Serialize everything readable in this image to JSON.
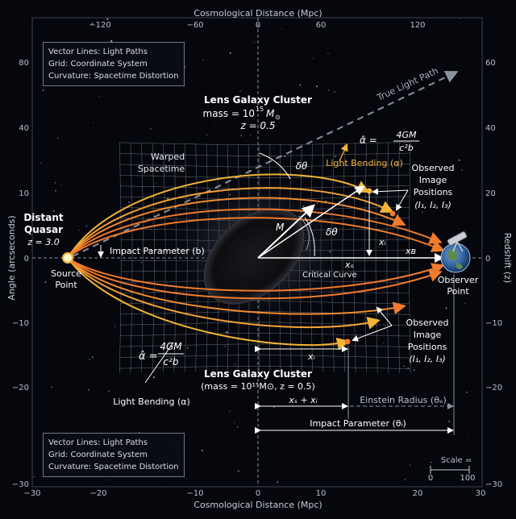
{
  "colors": {
    "background": "#05070d",
    "grid": "#9aa3b5",
    "light_path": "#f3b437",
    "light_path_orange": "#f07a2d",
    "galaxy": "#0f0f12",
    "text": "#ffffff"
  },
  "axes": {
    "bottom_title": "Cosmological Distance (Mpc)",
    "top_title": "Cosmological Distance (Mpc)",
    "left_title": "Angle (arcseconds)",
    "right_title": "Redshift (z)",
    "bottom_ticks": [
      "−30",
      "−20",
      "−10",
      "0",
      "10",
      "20",
      "30"
    ],
    "top_ticks": [
      "−120",
      "−60",
      "0",
      "60",
      "120"
    ],
    "left_ticks": [
      "80",
      "40",
      "10",
      "0",
      "−10",
      "−20",
      "−30"
    ],
    "right_ticks": [
      "60",
      "40",
      "20",
      "0",
      "−10",
      "−20",
      "−30"
    ]
  },
  "legend_top": [
    "Vector Lines: Light Paths",
    "Grid: Coordinate System",
    "Curvature: Spacetime Distortion"
  ],
  "legend_bottom": [
    "Vector Lines: Light Paths",
    "Grid: Coordinate System",
    "Curvature: Spacetime Distortion"
  ],
  "labels": {
    "true_light_path": "True Light Path",
    "lens_title": "Lens Galaxy Cluster",
    "lens_mass_prefix": "mass = 10",
    "lens_mass_exp": "15",
    "lens_mass_unit": "M",
    "lens_mass_sub": "⊙",
    "lens_z": "z = 0.5",
    "alpha_hat": "α̂ =",
    "formula_num": "4GM",
    "formula_den": "c²b",
    "warped_1": "Warped",
    "warped_2": "Spacetime",
    "delta_theta": "δθ",
    "light_bending_top": "Light Bending (α)",
    "observed_1": "Observed",
    "observed_2": "Image",
    "observed_3": "Positions",
    "observed_4": "(I₁, I₂, I₃)",
    "distant": "Distant",
    "quasar": "Quasar",
    "quasar_z": "z = 3.0",
    "impact_param": "Impact Parameter (b)",
    "source_1": "Source",
    "source_2": "Point",
    "m_label": "M",
    "x_s": "xₛ",
    "x_i": "xᵢ",
    "x_b": "xʙ",
    "critical_curve": "Critical Curve",
    "observer_1": "Observer",
    "observer_2": "Point",
    "lens_title_2": "Lens Galaxy Cluster",
    "lens_mass_2": "(mass = 10¹⁵M⊙, z = 0.5)",
    "light_bending_bottom": "Light Bending (α)",
    "xs_plus_xi": "xₛ + xᵢ",
    "einstein_radius": "Einstein Radius (θₑ)",
    "impact_param_bottom": "Impact Parameter (θᵢ)",
    "scale_title": "Scale =",
    "scale_0": "0",
    "scale_100": "100"
  }
}
